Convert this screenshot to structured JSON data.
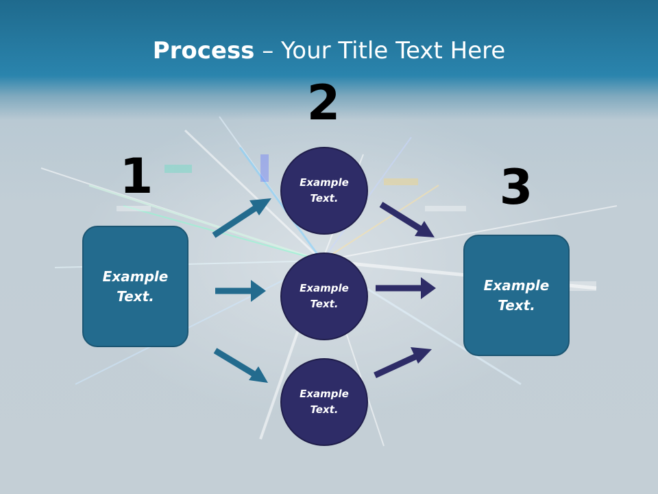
{
  "title": {
    "bold": "Process",
    "rest": " – Your Title Text Here"
  },
  "steps": [
    {
      "number": "1",
      "label": "Example Text."
    },
    {
      "number": "2",
      "label": "Example Text."
    },
    {
      "number": "3",
      "label": "Example Text."
    }
  ],
  "circles": [
    {
      "label": "Example Text."
    },
    {
      "label": "Example Text."
    },
    {
      "label": "Example Text."
    }
  ],
  "colors": {
    "box": "#236b8e",
    "circle": "#2e2c67",
    "arrow_left": "#236b8e",
    "arrow_right": "#2e2c67"
  }
}
